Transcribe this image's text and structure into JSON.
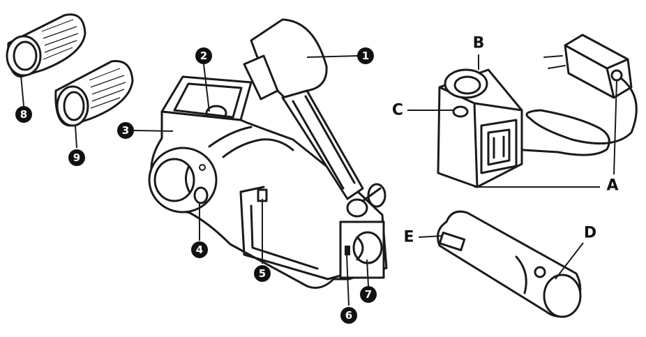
{
  "callouts": {
    "n1": "1",
    "n2": "2",
    "n3": "3",
    "n4": "4",
    "n5": "5",
    "n6": "6",
    "n7": "7",
    "n8": "8",
    "n9": "9"
  },
  "letters": {
    "a": "A",
    "b": "B",
    "c": "C",
    "d": "D",
    "e": "E"
  },
  "colors": {
    "ink": "#1a1a1a",
    "background": "#ffffff"
  }
}
